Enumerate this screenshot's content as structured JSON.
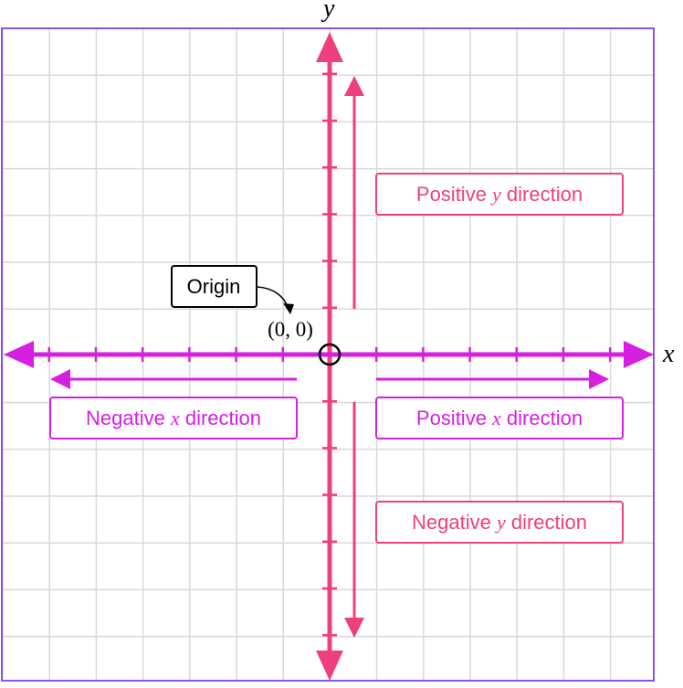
{
  "axes": {
    "x_label": "x",
    "y_label": "y",
    "x_color": "#d71fe3",
    "y_color": "#ef3f7f",
    "frame_color": "#8b53e6",
    "grid_color": "#d9d9d9"
  },
  "origin": {
    "label": "Origin",
    "coords": "(0, 0)"
  },
  "labels": {
    "pos_y": {
      "pre": "Positive ",
      "var": "y",
      "post": " direction"
    },
    "neg_y": {
      "pre": "Negative ",
      "var": "y",
      "post": " direction"
    },
    "pos_x": {
      "pre": "Positive ",
      "var": "x",
      "post": " direction"
    },
    "neg_x": {
      "pre": "Negative ",
      "var": "x",
      "post": " direction"
    }
  }
}
